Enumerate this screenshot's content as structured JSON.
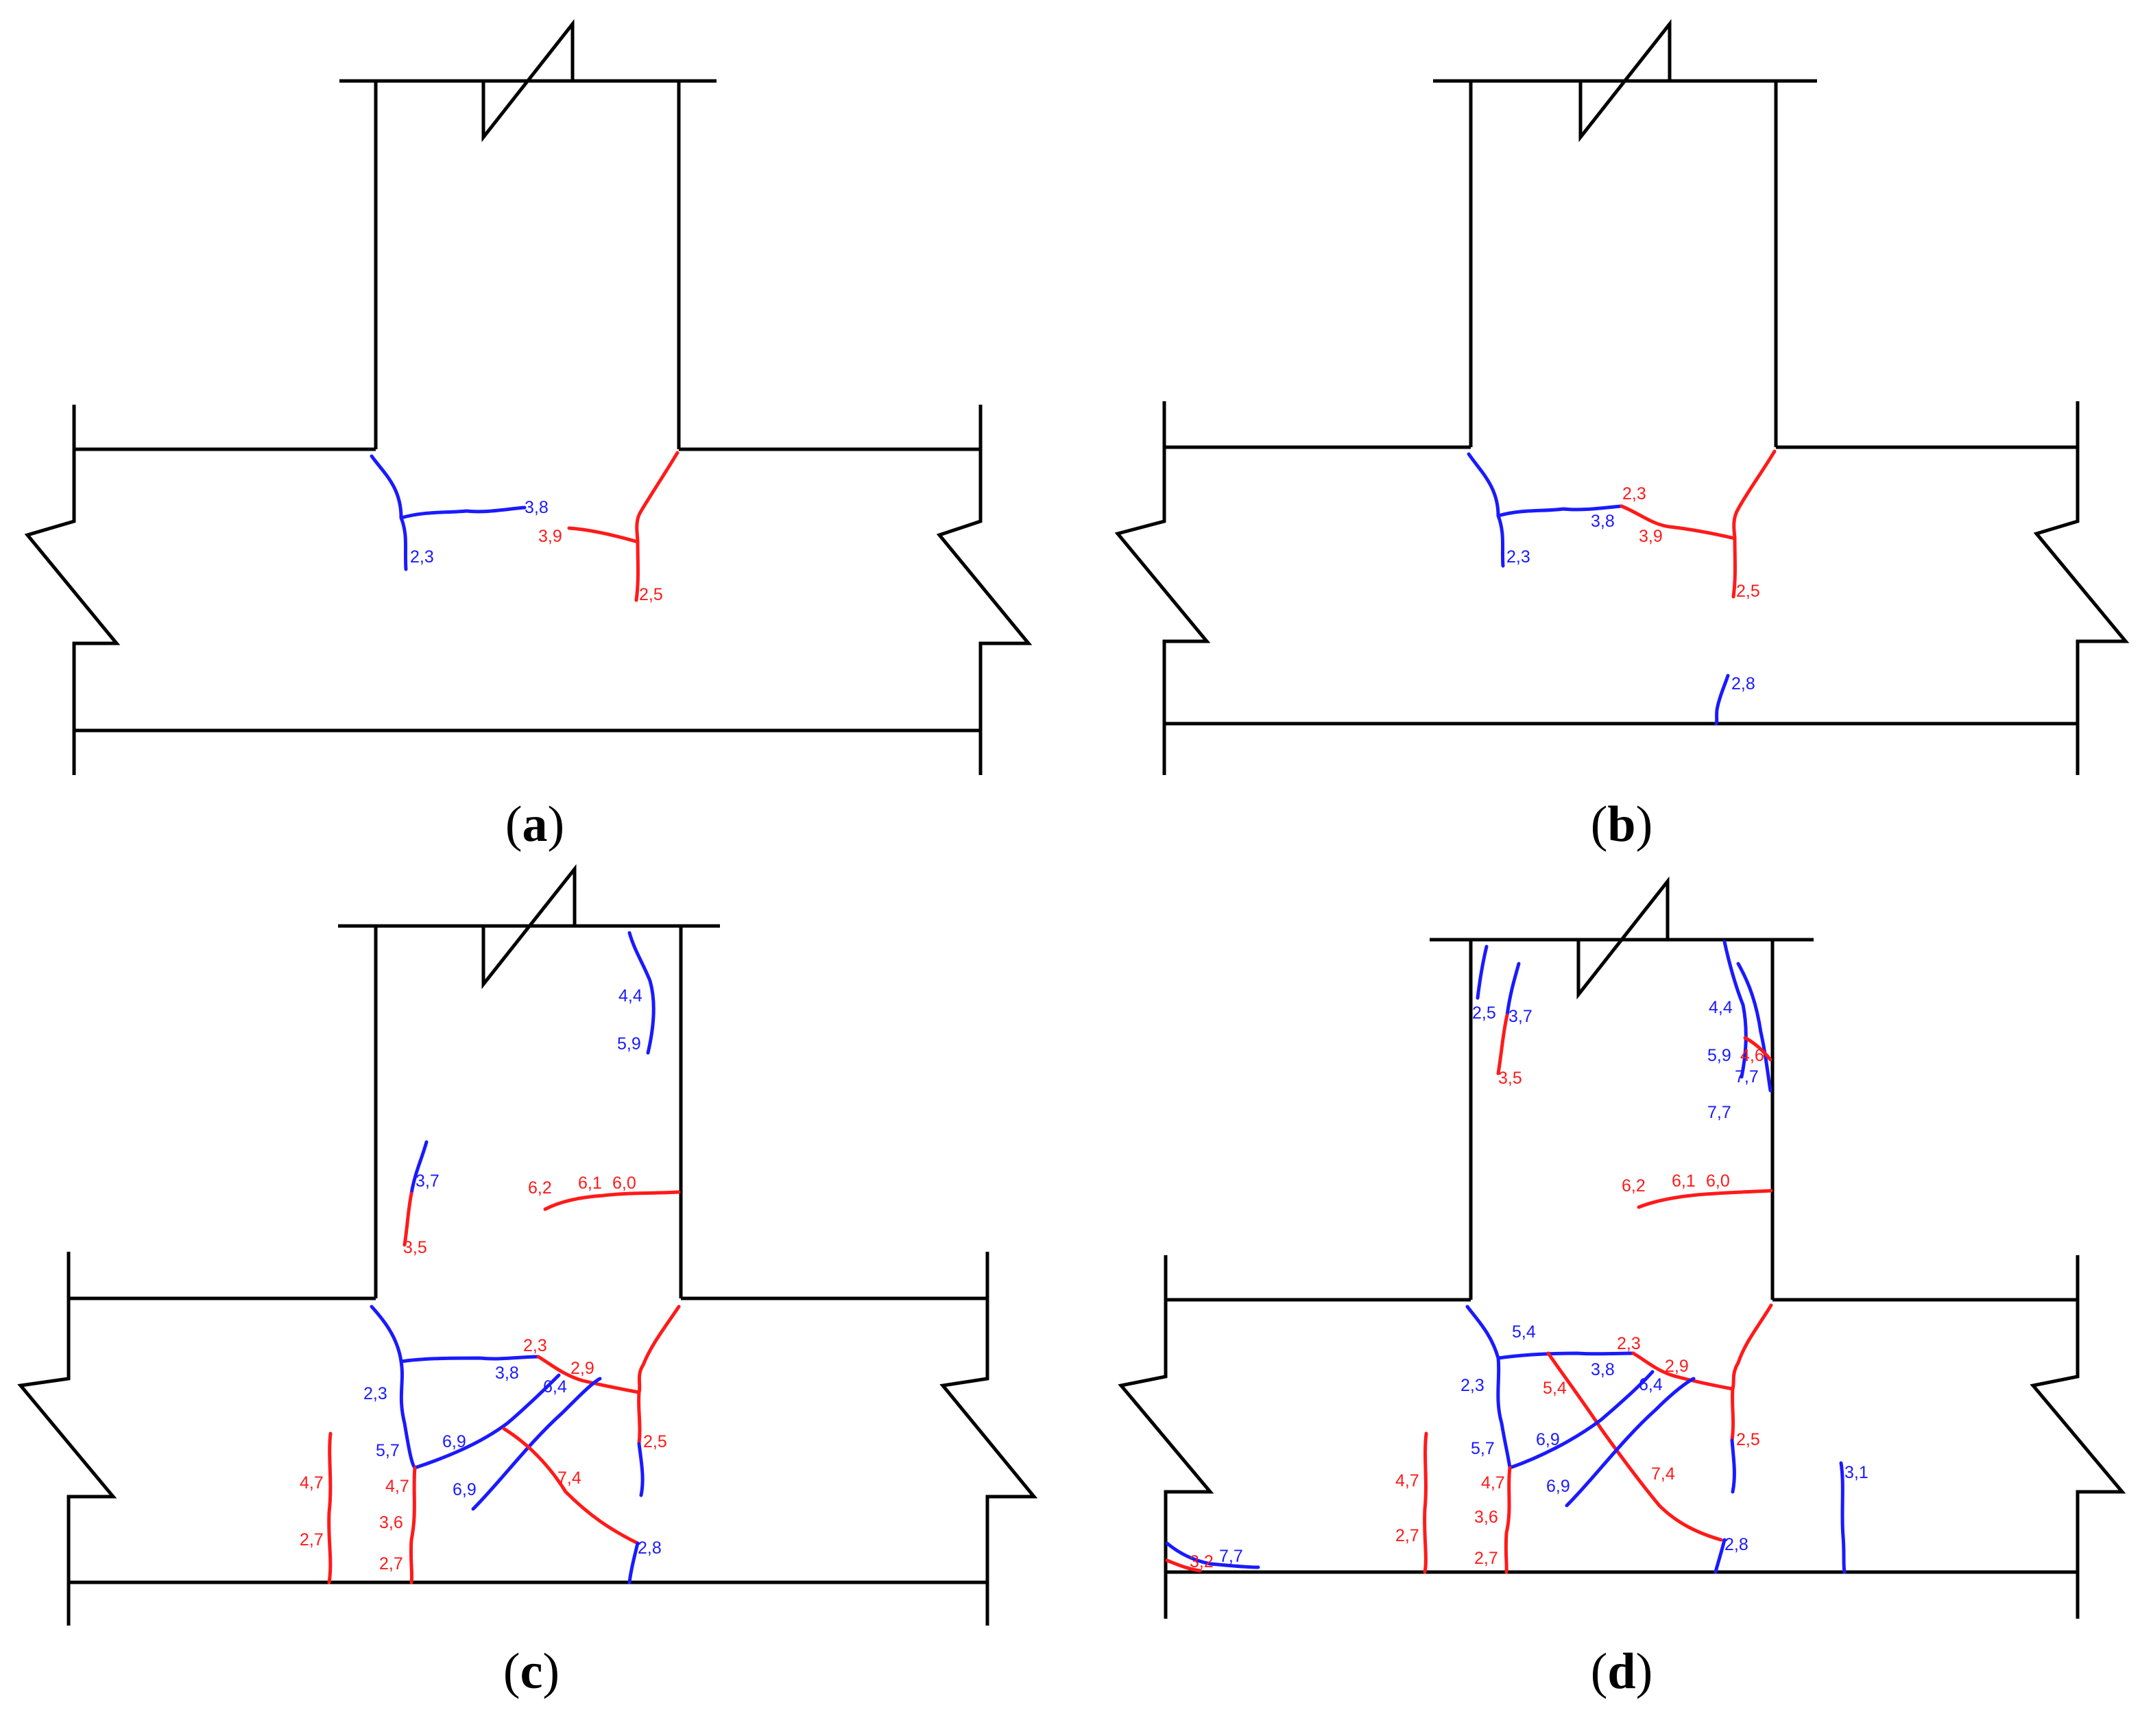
{
  "colors": {
    "outline": "#000000",
    "crack_blue": "#1a1aff",
    "crack_red": "#ff1a1a"
  },
  "panels": [
    {
      "caption_open": "(",
      "caption_letter": "a",
      "caption_close": ")",
      "labels": [
        {
          "text": "3,8",
          "color": "blue"
        },
        {
          "text": "2,3",
          "color": "blue"
        },
        {
          "text": "3,9",
          "color": "red"
        },
        {
          "text": "2,5",
          "color": "red"
        }
      ]
    },
    {
      "caption_open": "(",
      "caption_letter": "b",
      "caption_close": ")",
      "labels": [
        {
          "text": "2,3",
          "color": "red"
        },
        {
          "text": "3,8",
          "color": "blue"
        },
        {
          "text": "3,9",
          "color": "red"
        },
        {
          "text": "2,3",
          "color": "blue"
        },
        {
          "text": "2,5",
          "color": "red"
        },
        {
          "text": "2,8",
          "color": "blue"
        }
      ]
    },
    {
      "caption_open": "(",
      "caption_letter": "c",
      "caption_close": ")",
      "labels": [
        {
          "text": "3,7",
          "color": "blue"
        },
        {
          "text": "3,5",
          "color": "red"
        },
        {
          "text": "4,4",
          "color": "blue"
        },
        {
          "text": "5,9",
          "color": "blue"
        },
        {
          "text": "6,2",
          "color": "red"
        },
        {
          "text": "6,1",
          "color": "red"
        },
        {
          "text": "6,0",
          "color": "red"
        },
        {
          "text": "2,3",
          "color": "red"
        },
        {
          "text": "3,8",
          "color": "blue"
        },
        {
          "text": "2,9",
          "color": "red"
        },
        {
          "text": "6,4",
          "color": "blue"
        },
        {
          "text": "2,3",
          "color": "blue"
        },
        {
          "text": "2,5",
          "color": "red"
        },
        {
          "text": "6,9",
          "color": "blue"
        },
        {
          "text": "5,7",
          "color": "blue"
        },
        {
          "text": "7,4",
          "color": "red"
        },
        {
          "text": "4,7",
          "color": "red"
        },
        {
          "text": "6,9",
          "color": "blue"
        },
        {
          "text": "4,7",
          "color": "red"
        },
        {
          "text": "3,6",
          "color": "red"
        },
        {
          "text": "2,7",
          "color": "red"
        },
        {
          "text": "2,7",
          "color": "red"
        },
        {
          "text": "2,8",
          "color": "blue"
        }
      ]
    },
    {
      "caption_open": "(",
      "caption_letter": "d",
      "caption_close": ")",
      "labels": [
        {
          "text": "2,5",
          "color": "blue"
        },
        {
          "text": "3,7",
          "color": "blue"
        },
        {
          "text": "3,5",
          "color": "red"
        },
        {
          "text": "4,4",
          "color": "blue"
        },
        {
          "text": "5,9",
          "color": "blue"
        },
        {
          "text": "4,6",
          "color": "red"
        },
        {
          "text": "7,7",
          "color": "blue"
        },
        {
          "text": "7,7",
          "color": "blue"
        },
        {
          "text": "6,2",
          "color": "red"
        },
        {
          "text": "6,1",
          "color": "red"
        },
        {
          "text": "6,0",
          "color": "red"
        },
        {
          "text": "5,4",
          "color": "blue"
        },
        {
          "text": "2,3",
          "color": "red"
        },
        {
          "text": "3,8",
          "color": "blue"
        },
        {
          "text": "2,9",
          "color": "red"
        },
        {
          "text": "2,3",
          "color": "blue"
        },
        {
          "text": "5,4",
          "color": "red"
        },
        {
          "text": "6,4",
          "color": "blue"
        },
        {
          "text": "6,9",
          "color": "blue"
        },
        {
          "text": "2,5",
          "color": "red"
        },
        {
          "text": "5,7",
          "color": "blue"
        },
        {
          "text": "7,4",
          "color": "red"
        },
        {
          "text": "4,7",
          "color": "red"
        },
        {
          "text": "4,7",
          "color": "red"
        },
        {
          "text": "6,9",
          "color": "blue"
        },
        {
          "text": "3,1",
          "color": "blue"
        },
        {
          "text": "3,6",
          "color": "red"
        },
        {
          "text": "2,7",
          "color": "red"
        },
        {
          "text": "2,8",
          "color": "blue"
        },
        {
          "text": "2,7",
          "color": "red"
        },
        {
          "text": "7,7",
          "color": "blue"
        },
        {
          "text": "3,2",
          "color": "red"
        }
      ]
    }
  ]
}
